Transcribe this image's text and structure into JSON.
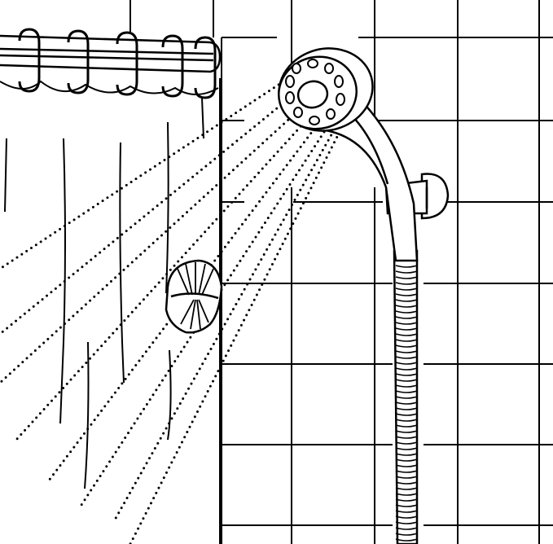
{
  "illustration": {
    "style": "black line drawing",
    "stroke_color": "#000000",
    "background_color": "#ffffff",
    "elements": {
      "tile_wall": "tile-wall",
      "curtain_rod": "curtain-rod",
      "curtain_rings": "curtain-ring",
      "shower_curtain": "shower-curtain",
      "hand_shower_head": "shower-head",
      "wall_bracket": "wall-bracket",
      "hose": "flexible-hose",
      "water_spray": "water-spray",
      "shell_decoration": "shell-decoration"
    }
  }
}
